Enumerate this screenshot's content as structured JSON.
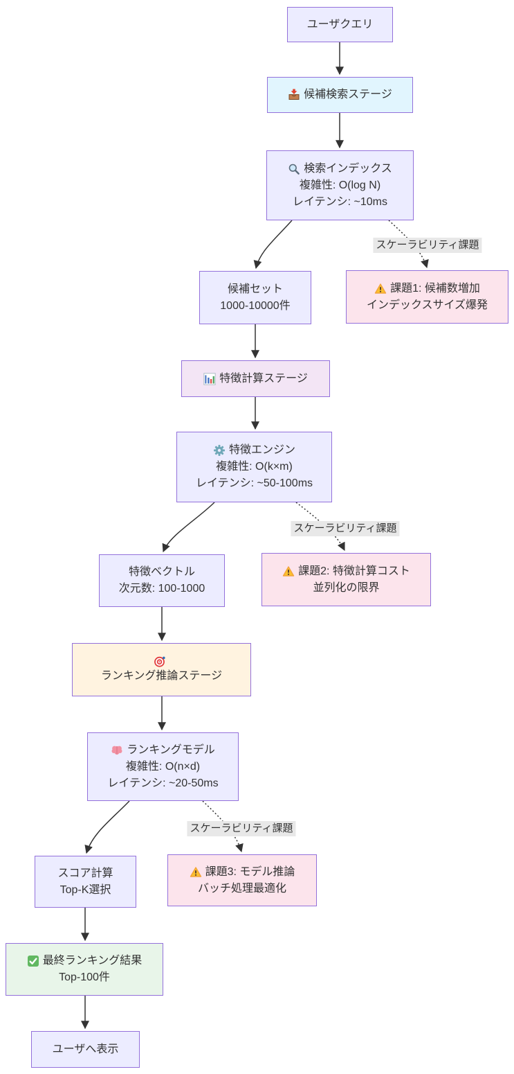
{
  "diagram_type": "flowchart-top-down",
  "colors": {
    "default_fill": "#ECECFF",
    "node_border": "#9370DB",
    "retrieval_stage_fill": "#e1f5fe",
    "feature_stage_fill": "#f3e5f5",
    "ranking_stage_fill": "#fff3e0",
    "problem_fill": "#fce4ec",
    "result_fill": "#e8f5e9",
    "edge_color": "#333333",
    "edge_label_bg": "#e8e8e8",
    "text_color": "#333333"
  },
  "nodes": {
    "user_query": {
      "lines": [
        "ユーザクエリ"
      ]
    },
    "retrieval_stage": {
      "icon": "inbox-tray-icon",
      "lines": [
        "候補検索ステージ"
      ]
    },
    "search_index": {
      "icon": "magnifier-icon",
      "lines": [
        "検索インデックス",
        "複雑性: O(log N)",
        "レイテンシ: ~10ms"
      ]
    },
    "candidate_set": {
      "lines": [
        "候補セット",
        "1000-10000件"
      ]
    },
    "problem1": {
      "icon": "warning-icon",
      "lines": [
        "課題1: 候補数増加",
        "インデックスサイズ爆発"
      ]
    },
    "feature_stage": {
      "icon": "bar-chart-icon",
      "lines": [
        "特徴計算ステージ"
      ]
    },
    "feature_engine": {
      "icon": "gear-icon",
      "lines": [
        "特徴エンジン",
        "複雑性: O(k×m)",
        "レイテンシ: ~50-100ms"
      ]
    },
    "feature_vector": {
      "lines": [
        "特徴ベクトル",
        "次元数: 100-1000"
      ]
    },
    "problem2": {
      "icon": "warning-icon",
      "lines": [
        "課題2: 特徴計算コスト",
        "並列化の限界"
      ]
    },
    "ranking_stage": {
      "icon": "target-icon",
      "lines": [
        "ランキング推論ステージ"
      ]
    },
    "ranking_model": {
      "icon": "brain-icon",
      "lines": [
        "ランキングモデル",
        "複雑性: O(n×d)",
        "レイテンシ: ~20-50ms"
      ]
    },
    "problem3": {
      "icon": "warning-icon",
      "lines": [
        "課題3: モデル推論",
        "バッチ処理最適化"
      ]
    },
    "score_calc": {
      "lines": [
        "スコア計算",
        "Top-K選択"
      ]
    },
    "final_result": {
      "icon": "check-icon",
      "lines": [
        "最終ランキング結果",
        "Top-100件"
      ]
    },
    "display_user": {
      "lines": [
        "ユーザへ表示"
      ]
    }
  },
  "edge_labels": {
    "scalability": "スケーラビリティ課題"
  }
}
